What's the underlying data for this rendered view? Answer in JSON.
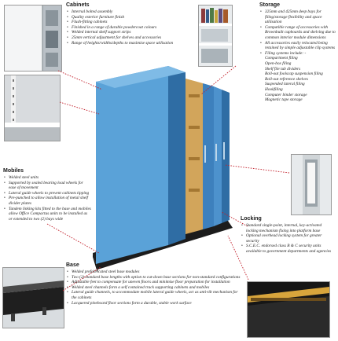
{
  "cabinets": {
    "title": "Cabinets",
    "items": [
      "Internal bolted assembly",
      "Quality exterior furniture finish",
      "Flush-fitting cabinets",
      "Finished in a range of durable powdercoat colours",
      "Welded internal shelf support strips",
      "25mm vertical adjustment for shelves and accessories",
      "Range of heights/widths/depths to maximise space utilisation"
    ]
  },
  "storage": {
    "title": "Storage",
    "items": [
      "325mm and 425mm deep bays for filing/storage flexibility and space utilisation",
      "Compatible range of accessories with Brownbuilt cupboards and shelving due to common interior module dimensions",
      "All accessories easily relocated being retained by simple adjustable clip systems",
      "Filing systems include: -"
    ],
    "filing_systems": [
      "Compartment filing",
      "Open-box filing",
      "Shelf file tub dividers",
      "Roll-out foolscap suspension filing",
      "Roll-out reference shelves",
      "Suspended lateral filing",
      "Hookfiling",
      "Computer binder storage",
      "Magnetic tape storage"
    ]
  },
  "mobiles": {
    "title": "Mobiles",
    "items": [
      "Welded steel units",
      "Supported by sealed bearing load wheels for ease of movement",
      "Lateral guide wheels to prevent cabinets tipping",
      "Pre-punched to allow installation of metal shelf divider plates",
      "Tandem linking kits fitted to the base and mobiles allow Office Compactus units to be installed as or extended to two (2) bays wide"
    ]
  },
  "locking": {
    "title": "Locking",
    "items": [
      "Standard single-point, internal, key-activated locking mechanism fixing into platform base",
      "Optional overhead locking system for greater security",
      "S.C.E.C. endorsed class B & C security units available to government departments and agencies"
    ]
  },
  "base": {
    "title": "Base",
    "items": [
      "Welded prefabricated steel base modules",
      "Two (2) standard base lengths with option to cut-down base sections for non-standard configurations",
      "Adjustable feet to compensate for uneven floors and minimise floor preparation for installation",
      "Welded steel channels form a self contained track supporting cabinets and mobiles",
      "Lateral guide channels, to accommodate mobile lateral guide wheels, act as anti-tilt mechanism for the cabinets",
      "Lacquered pineboard floor sections form a durable, stable work surface"
    ]
  },
  "colors": {
    "cabinet_blue": "#5aa2d8",
    "cabinet_dark": "#2f6da4",
    "leader_red": "#c21f2a"
  }
}
